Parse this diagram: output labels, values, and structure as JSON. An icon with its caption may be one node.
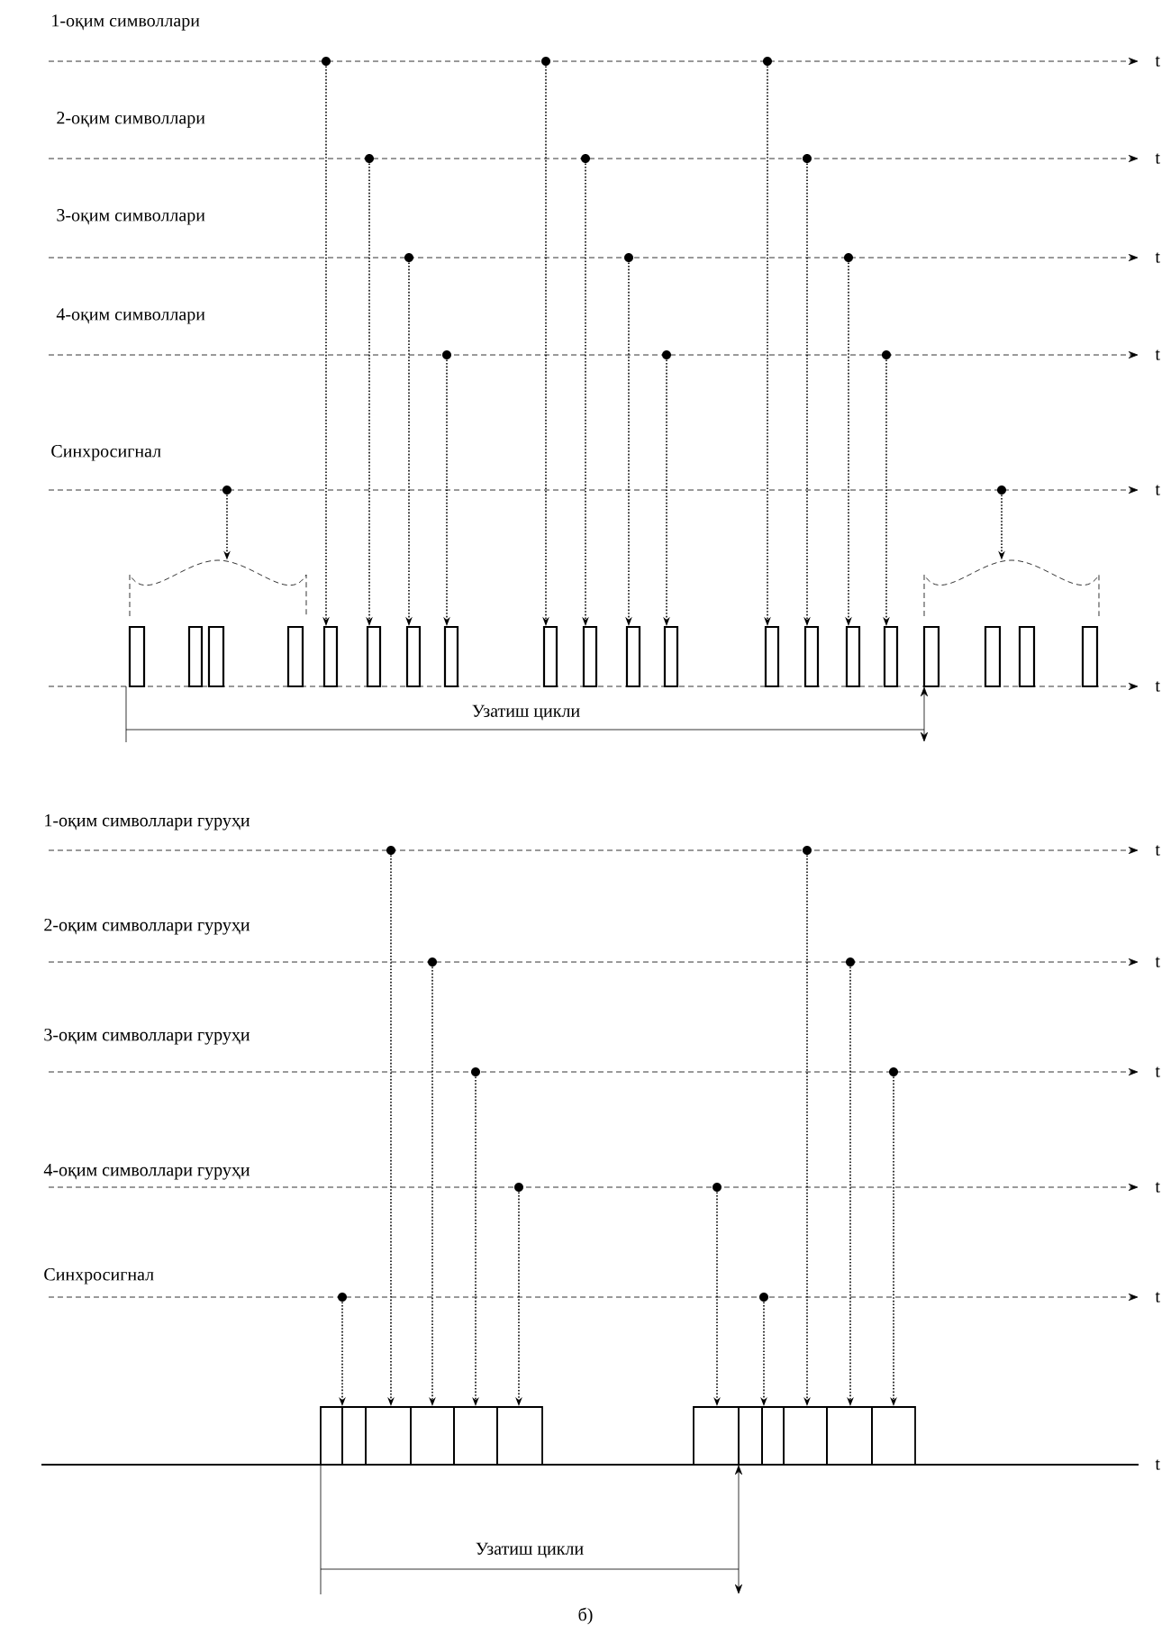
{
  "diagram": {
    "nodes": [
      {
        "text": [],
        "shape": "circle"
      },
      {
        "text": [],
        "shape": "circle"
      },
      {
        "text": [],
        "shape": "circle"
      },
      {
        "text": [],
        "shape": "circle"
      },
      {
        "text": [],
        "shape": "circle"
      },
      {
        "text": [],
        "shape": "circle"
      },
      {
        "text": [],
        "shape": "circle"
      },
      {
        "text": [],
        "shape": "circle"
      },
      {
        "text": [],
        "shape": "circle"
      },
      {
        "text": [],
        "shape": "circle"
      },
      {
        "text": [],
        "shape": "circle"
      },
      {
        "text": [],
        "shape": "circle"
      },
      {
        "text": [],
        "shape": "circle"
      },
      {
        "text": [],
        "shape": "circle"
      },
      {
        "text": [],
        "shape": "bracket"
      },
      {
        "text": [],
        "shape": "bracket"
      },
      {
        "text": [],
        "shape": "bar"
      },
      {
        "text": [],
        "shape": "bar"
      },
      {
        "text": [],
        "shape": "bar"
      },
      {
        "text": [],
        "shape": "bar"
      },
      {
        "text": [],
        "shape": "bar"
      },
      {
        "text": [],
        "shape": "bar"
      },
      {
        "text": [],
        "shape": "bar"
      },
      {
        "text": [],
        "shape": "bar"
      },
      {
        "text": [],
        "shape": "bar"
      },
      {
        "text": [],
        "shape": "bar"
      },
      {
        "text": [],
        "shape": "bar"
      },
      {
        "text": [],
        "shape": "bar"
      },
      {
        "text": [],
        "shape": "bar"
      },
      {
        "text": [],
        "shape": "bar"
      },
      {
        "text": [],
        "shape": "bar"
      },
      {
        "text": [],
        "shape": "bar"
      },
      {
        "text": [],
        "shape": "bar"
      },
      {
        "text": [],
        "shape": "bar"
      },
      {
        "text": [],
        "shape": "bar"
      },
      {
        "text": [],
        "shape": "bar"
      },
      {
        "text": [],
        "shape": "circle"
      },
      {
        "text": [],
        "shape": "circle"
      },
      {
        "text": [],
        "shape": "circle"
      },
      {
        "text": [],
        "shape": "circle"
      },
      {
        "text": [],
        "shape": "circle"
      },
      {
        "text": [],
        "shape": "circle"
      },
      {
        "text": [],
        "shape": "circle"
      },
      {
        "text": [],
        "shape": "circle"
      },
      {
        "text": [],
        "shape": "circle"
      },
      {
        "text": [],
        "shape": "circle"
      },
      {
        "text": [],
        "shape": "box"
      },
      {
        "text": [],
        "shape": "box"
      },
      {
        "text": [],
        "shape": "box"
      },
      {
        "text": [],
        "shape": "box"
      },
      {
        "text": [],
        "shape": "box"
      },
      {
        "text": [],
        "shape": "box"
      },
      {
        "text": [],
        "shape": "box"
      },
      {
        "text": [],
        "shape": "box"
      },
      {
        "text": [],
        "shape": "box"
      },
      {
        "text": [],
        "shape": "box"
      },
      {
        "text": [],
        "shape": "box"
      },
      {
        "text": [],
        "shape": "box"
      }
    ],
    "edges": [
      {
        "from": 0,
        "to": 20,
        "arrow": "to"
      },
      {
        "from": 3,
        "to": 21,
        "arrow": "to"
      },
      {
        "from": 6,
        "to": 22,
        "arrow": "to"
      },
      {
        "from": 9,
        "to": 23,
        "arrow": "to"
      },
      {
        "from": 1,
        "to": 24,
        "arrow": "to"
      },
      {
        "from": 4,
        "to": 25,
        "arrow": "to"
      },
      {
        "from": 7,
        "to": 26,
        "arrow": "to"
      },
      {
        "from": 10,
        "to": 27,
        "arrow": "to"
      },
      {
        "from": 2,
        "to": 28,
        "arrow": "to"
      },
      {
        "from": 5,
        "to": 29,
        "arrow": "to"
      },
      {
        "from": 8,
        "to": 30,
        "arrow": "to"
      },
      {
        "from": 11,
        "to": 31,
        "arrow": "to"
      },
      {
        "from": 12,
        "to": 14,
        "arrow": "to"
      },
      {
        "from": 13,
        "to": 15,
        "arrow": "to"
      },
      {
        "from": 36,
        "to": 48,
        "arrow": "to"
      },
      {
        "from": 37,
        "to": 55,
        "arrow": "to"
      },
      {
        "from": 38,
        "to": 49,
        "arrow": "to"
      },
      {
        "from": 39,
        "to": 56,
        "arrow": "to"
      },
      {
        "from": 40,
        "to": 50,
        "arrow": "to"
      },
      {
        "from": 41,
        "to": 57,
        "arrow": "to"
      },
      {
        "from": 42,
        "to": 51,
        "arrow": "to"
      },
      {
        "from": 43,
        "to": 52,
        "arrow": "to"
      },
      {
        "from": 44,
        "to": 47,
        "arrow": "to"
      },
      {
        "from": 45,
        "to": 54,
        "arrow": "to"
      }
    ],
    "labels": [
      "1-оқим символлари",
      "t",
      "2-оқим символлари",
      "t",
      "3-оқим символлари",
      "t",
      "4-оқим символлари",
      "t",
      "Синхросигнал",
      "t",
      "t",
      "Узатиш цикли",
      "1-оқим символлари гуруҳи",
      "t",
      "2-оқим символлари гуруҳи",
      "t",
      "3-оқим символлари гуруҳи",
      "t",
      "4-оқим символлари гуруҳи",
      "t",
      "Синхросигнал",
      "t",
      "t",
      "Узатиш цикли",
      "б)"
    ]
  }
}
